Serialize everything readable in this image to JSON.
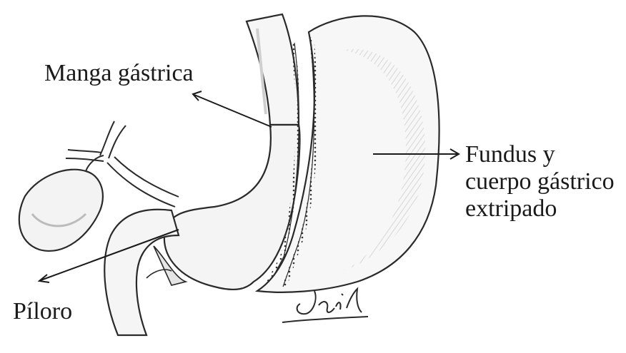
{
  "labels": {
    "manga": "Manga gástrica",
    "fundus_line1": "Fundus y",
    "fundus_line2": "cuerpo gástrico",
    "fundus_line3": "extripado",
    "piloro": "Píloro"
  },
  "colors": {
    "ink": "#2a2a2a",
    "shade": "#c9c9c9",
    "paper": "#ffffff"
  }
}
